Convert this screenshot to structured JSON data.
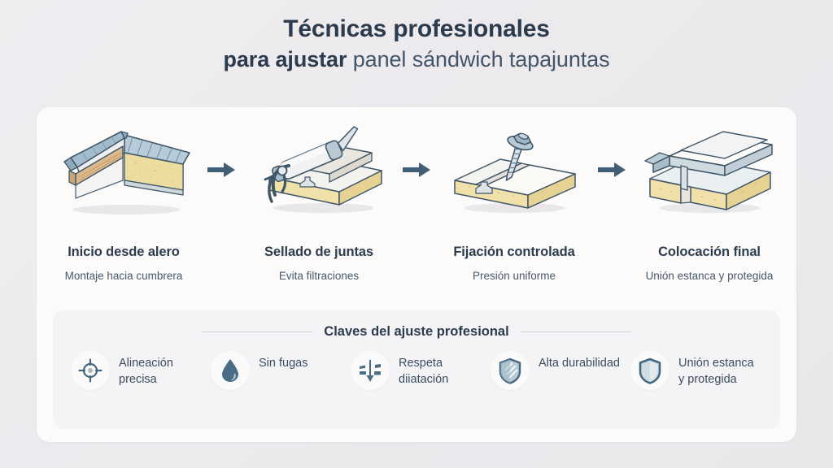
{
  "title": {
    "line1": "Técnicas profesionales",
    "line2_strong": "para ajustar",
    "line2_rest": " panel sándwich tapajuntas"
  },
  "steps": [
    {
      "icon": "roof-sandwich-panel-icon",
      "title": "Inicio desde alero",
      "subtitle": "Montaje hacia cumbrera"
    },
    {
      "icon": "caulking-gun-icon",
      "title": "Sellado de juntas",
      "subtitle": "Evita filtraciones"
    },
    {
      "icon": "screw-fastener-icon",
      "title": "Fijación controlada",
      "subtitle": "Presión uniforme"
    },
    {
      "icon": "flashing-cap-icon",
      "title": "Colocación final",
      "subtitle": "Unión estanca y protegida"
    }
  ],
  "arrows": {
    "icon": "arrow-right-icon",
    "count": 3
  },
  "keys": {
    "heading": "Claves del ajuste profesional",
    "features": [
      {
        "icon": "crosshair-target-icon",
        "label": "Alineación precisa"
      },
      {
        "icon": "water-drop-icon",
        "label": "Sin fugas"
      },
      {
        "icon": "thermal-expansion-icon",
        "label": "Respeta diiatación"
      },
      {
        "icon": "shield-striped-icon",
        "label": "Alta durabilidad"
      },
      {
        "icon": "shield-plain-icon",
        "label": "Unión estanca y protegida"
      }
    ]
  },
  "colors": {
    "page_background": "#eceaed",
    "card_background": "#fcfbfa",
    "panel_background": "#f4f3f5",
    "heading_text": "#2c3c4e",
    "body_text": "#47596b",
    "accent_teal": "#44677f",
    "metal_blue": "#9fb6c6",
    "insulation_tan": "#efdfa8",
    "wood_tan": "#d9b98a"
  }
}
